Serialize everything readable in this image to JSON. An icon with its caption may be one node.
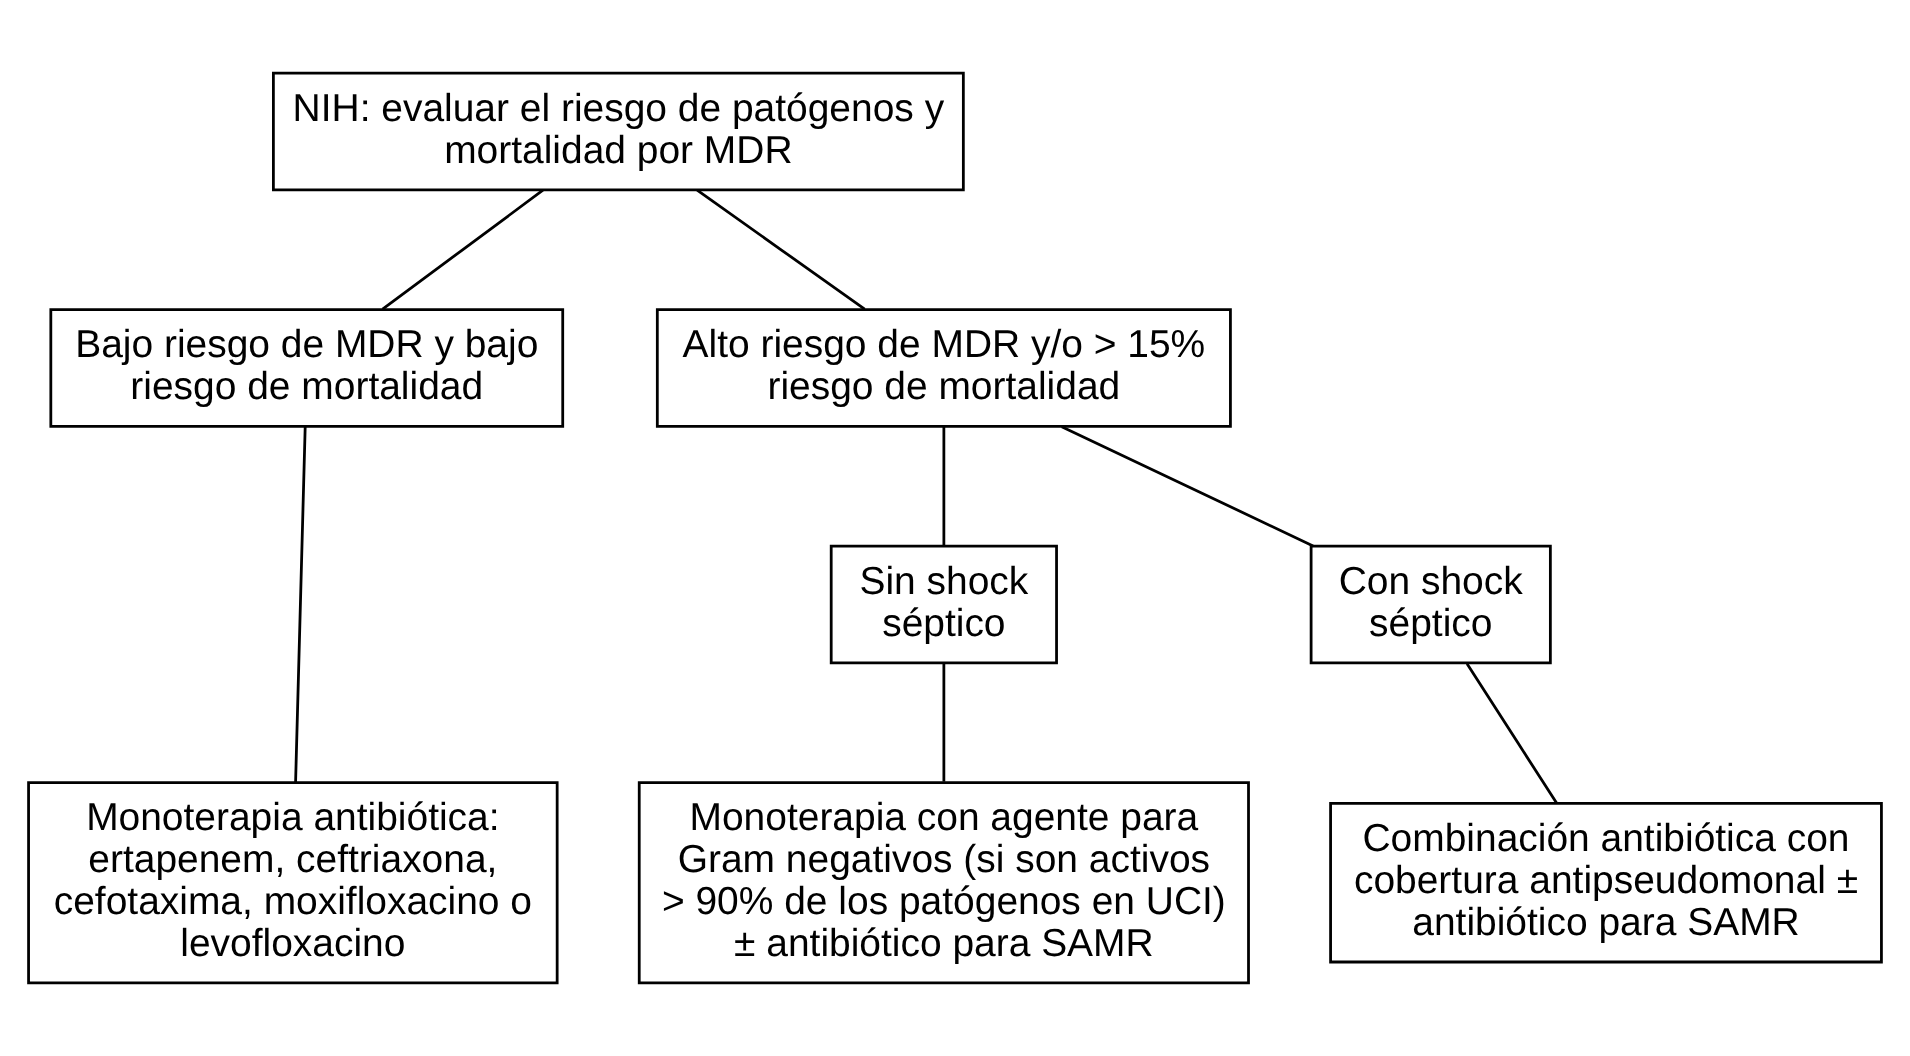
{
  "diagram": {
    "nodes": [
      {
        "text": [
          "NIH: evaluar el riesgo de patógenos y mortalidad por MDR"
        ]
      },
      {
        "text": [
          "Bajo riesgo de MDR y bajo riesgo de mortalidad"
        ]
      },
      {
        "text": [
          "Alto riesgo de MDR y/o > 15% riesgo de mortalidad"
        ]
      },
      {
        "text": [
          "Sin shock séptico"
        ]
      },
      {
        "text": [
          "Con shock séptico"
        ]
      },
      {
        "text": [
          "Monoterapia antibiótica: ertapenem, ceftriaxona, cefotaxima, moxifloxacino o levofloxacino"
        ]
      },
      {
        "text": [
          "Monoterapia con agente para Gram negativos (si son activos > 90% de los patógenos en UCI) ± antibiótico para SAMR"
        ]
      },
      {
        "text": [
          "Combinación antibiótica con cobertura antipseudomonal ± antibiótico para SAMR"
        ]
      }
    ],
    "edges": [
      {
        "from": 0,
        "to": 1,
        "arrow": "none"
      },
      {
        "from": 0,
        "to": 2,
        "arrow": "none"
      },
      {
        "from": 2,
        "to": 3,
        "arrow": "none"
      },
      {
        "from": 2,
        "to": 4,
        "arrow": "none"
      },
      {
        "from": 1,
        "to": 5,
        "arrow": "none"
      },
      {
        "from": 3,
        "to": 6,
        "arrow": "none"
      },
      {
        "from": 4,
        "to": 7,
        "arrow": "none"
      }
    ]
  }
}
